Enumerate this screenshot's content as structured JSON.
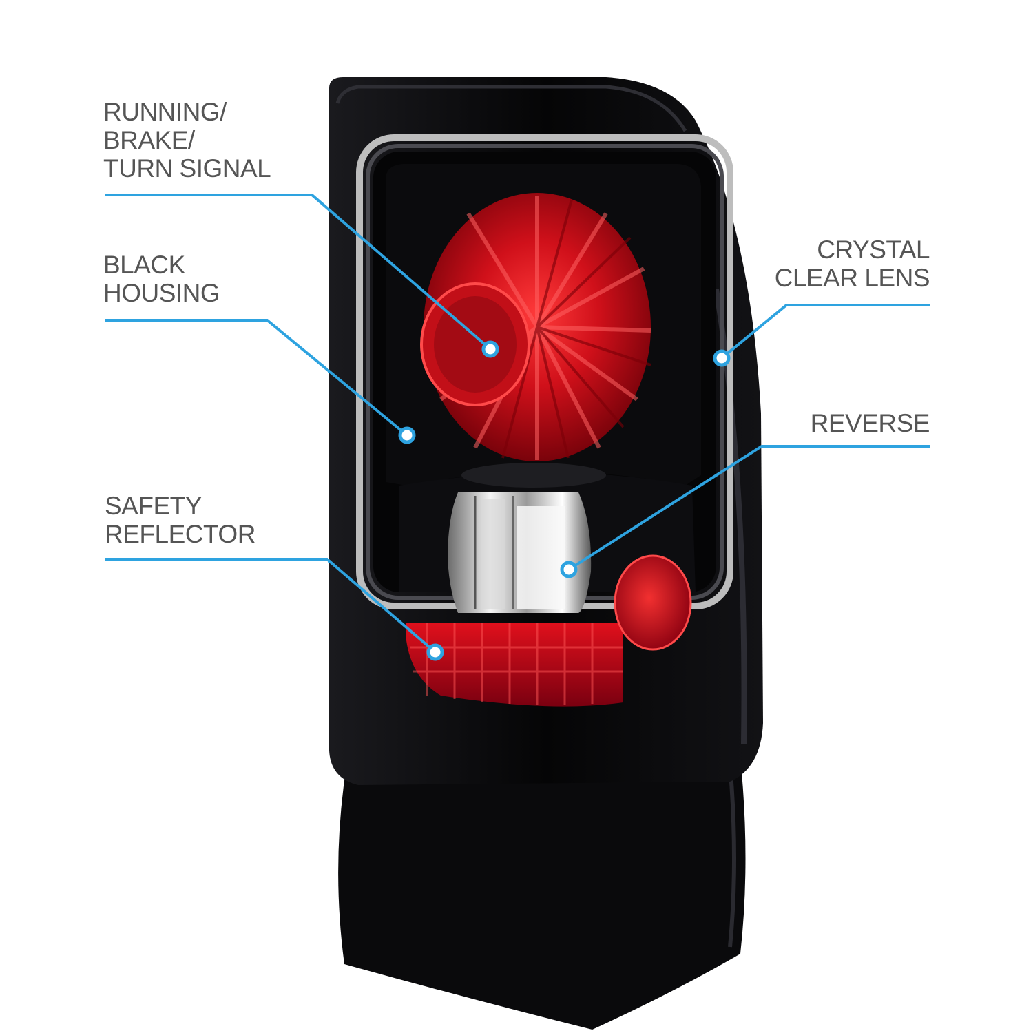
{
  "callouts": {
    "running": {
      "lines": [
        "RUNNING/",
        "BRAKE/",
        "TURN SIGNAL"
      ]
    },
    "housing": {
      "lines": [
        "BLACK",
        "HOUSING"
      ]
    },
    "reflector": {
      "lines": [
        "SAFETY",
        "REFLECTOR"
      ]
    },
    "lens": {
      "lines": [
        "CRYSTAL",
        "CLEAR LENS"
      ]
    },
    "reverse": {
      "lines": [
        "REVERSE"
      ]
    }
  },
  "colors": {
    "leader_line": "#2ea3e0",
    "label_text": "#555555",
    "housing": "#0c0c0e",
    "lens_red": "#c8101c"
  }
}
